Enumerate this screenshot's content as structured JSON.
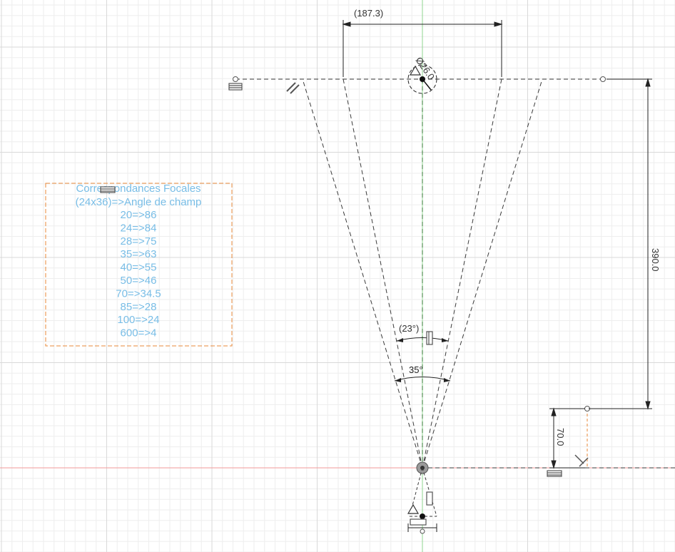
{
  "sketch": {
    "dimensions": {
      "width_ref": "(187.3)",
      "diameter": "Ø26.0",
      "height": "390.0",
      "offset": "70.0",
      "angle_ref": "(23°)",
      "angle": "35°"
    },
    "focal_table": {
      "title_line1": "Correspondances Focales",
      "title_line2": "(24x36)=>Angle de champ",
      "rows": [
        "20=>86",
        "24=>84",
        "28=>75",
        "35=>63",
        "40=>55",
        "50=>46",
        "70=>34.5",
        "85=>28",
        "100=>24",
        "600=>4"
      ]
    }
  },
  "colors": {
    "background": "#ffffff",
    "grid_minor": "#eeeeee",
    "grid_major": "#d6d6d6",
    "x_axis": "#f29a9a",
    "y_axis": "#8fd68f",
    "sketch_line": "#3a3a3a",
    "dimension": "#222222",
    "text_box": "#e8893a",
    "text": "#78bde6"
  },
  "icons": [
    "horizontal-constraint-icon",
    "parallel-constraint-icon",
    "tangent-constraint-icon",
    "vertical-constraint-icon",
    "perpendicular-constraint-icon",
    "coincident-constraint-icon"
  ]
}
